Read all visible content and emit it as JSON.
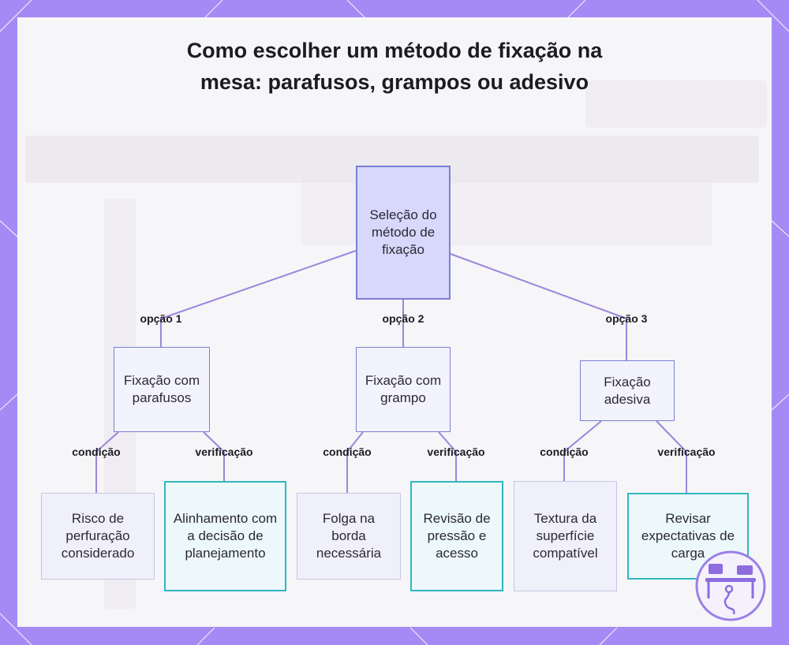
{
  "title": "Como escolher um método de fixação na mesa: parafusos, grampos ou adesivo",
  "root": {
    "label": "Seleção do método de fixação"
  },
  "options": [
    {
      "edge_label": "opção 1",
      "label": "Fixação com parafusos",
      "condition": {
        "edge_label": "condição",
        "label": "Risco de perfuração considerado"
      },
      "verification": {
        "edge_label": "verificação",
        "label": "Alinhamento com a decisão de planejamento"
      }
    },
    {
      "edge_label": "opção 2",
      "label": "Fixação com grampo",
      "condition": {
        "edge_label": "condição",
        "label": "Folga na borda necessária"
      },
      "verification": {
        "edge_label": "verificação",
        "label": "Revisão de pressão e acesso"
      }
    },
    {
      "edge_label": "opção 3",
      "label": "Fixação adesiva",
      "condition": {
        "edge_label": "condição",
        "label": "Textura da superfície compatível"
      },
      "verification": {
        "edge_label": "verificação",
        "label": "Revisar expectativas de carga"
      }
    }
  ],
  "colors": {
    "frame": "#a58af5",
    "edge": "#9b86d9",
    "root_fill": "#d7d8fb",
    "verification_border": "#2fb8bf"
  },
  "icons": {
    "logo": "desk-setup-icon"
  }
}
